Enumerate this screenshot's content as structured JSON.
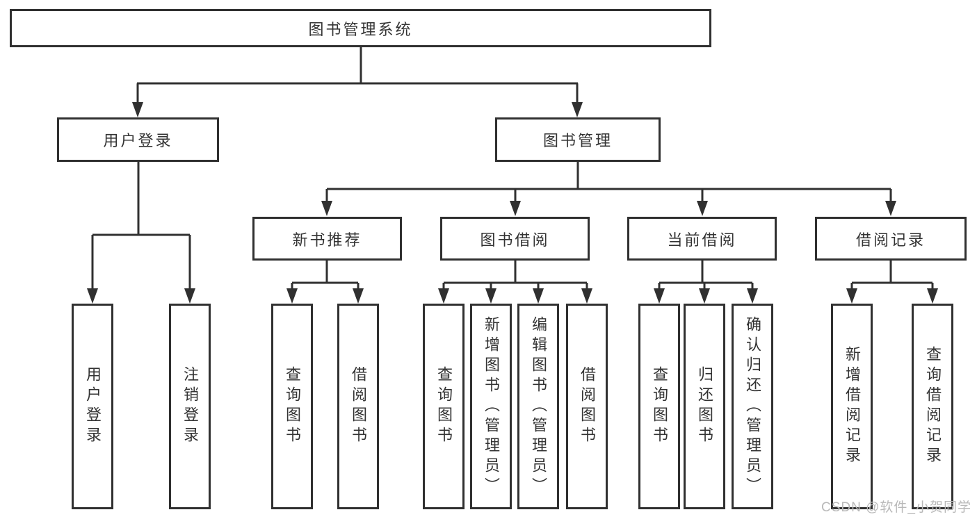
{
  "colors": {
    "background": "#ffffff",
    "line": "#303030",
    "text": "#333333",
    "watermark": "#b9b9b9"
  },
  "tree": {
    "root": {
      "label": "图书管理系统"
    },
    "children": [
      {
        "label": "用户登录",
        "children": [
          {
            "label": "用户登录"
          },
          {
            "label": "注销登录"
          }
        ]
      },
      {
        "label": "图书管理",
        "children": [
          {
            "label": "新书推荐",
            "children": [
              {
                "label": "查询图书"
              },
              {
                "label": "借阅图书"
              }
            ]
          },
          {
            "label": "图书借阅",
            "children": [
              {
                "label": "查询图书"
              },
              {
                "label": "新增图书（管理员）"
              },
              {
                "label": "编辑图书（管理员）"
              },
              {
                "label": "借阅图书"
              }
            ]
          },
          {
            "label": "当前借阅",
            "children": [
              {
                "label": "查询图书"
              },
              {
                "label": "归还图书"
              },
              {
                "label": "确认归还（管理员）"
              }
            ]
          },
          {
            "label": "借阅记录",
            "children": [
              {
                "label": "新增借阅记录"
              },
              {
                "label": "查询借阅记录"
              }
            ]
          }
        ]
      }
    ]
  },
  "watermark": {
    "text": "CSDN @软件_小贺同学"
  }
}
